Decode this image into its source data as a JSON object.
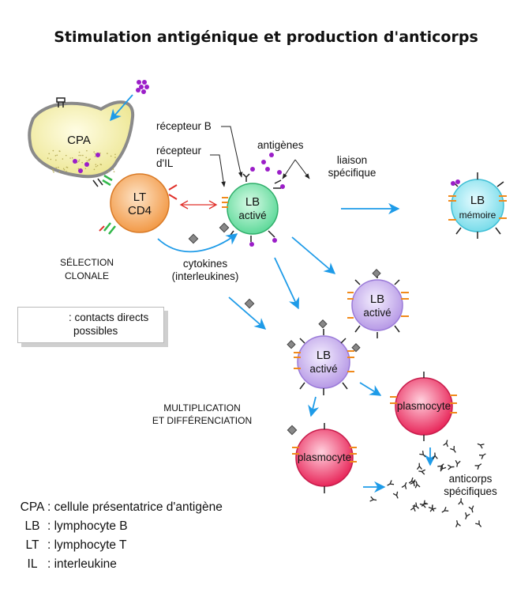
{
  "title": "Stimulation antigénique et production d'anticorps",
  "cells": {
    "cpa": "CPA",
    "lt_line1": "LT",
    "lt_line2": "CD4",
    "lb1_line1": "LB",
    "lb1_line2": "activé",
    "lb2_line1": "LB",
    "lb2_line2": "activé",
    "lb3_line1": "LB",
    "lb3_line2": "activé",
    "memory_line1": "LB",
    "memory_line2": "mémoire",
    "plasmo1": "plasmocyte",
    "plasmo2": "plasmocyte"
  },
  "annotations": {
    "recepteur_b": "récepteur B",
    "recepteur_il_line1": "récepteur",
    "recepteur_il_line2": "d'IL",
    "antigenes": "antigènes",
    "liaison_line1": "liaison",
    "liaison_line2": "spécifique",
    "cytokines_line1": "cytokines",
    "cytokines_line2": "(interleukines)",
    "selection_line1": "SÉLECTION",
    "selection_line2": "CLONALE",
    "multiplication_line1": "MULTIPLICATION",
    "multiplication_line2": "ET DIFFÉRENCIATION",
    "anticorps_line1": "anticorps",
    "anticorps_line2": "spécifiques"
  },
  "legend": {
    "line1": ": contacts directs",
    "line2": "possibles"
  },
  "glossary": [
    {
      "abbr": "CPA",
      "text": ": cellule présentatrice d'antigène"
    },
    {
      "abbr": "LB",
      "text": ": lymphocyte B"
    },
    {
      "abbr": "LT",
      "text": ": lymphocyte T"
    },
    {
      "abbr": "IL",
      "text": ": interleukine"
    }
  ],
  "colors": {
    "arrow_blue": "#1e9be8",
    "contact_red": "#e0302a",
    "receptor_orange": "#f08a1c",
    "antigen_purple": "#9b1ec8",
    "cpa_fill": "#f7f3b8",
    "lt_fill": "#f6b777",
    "lb_active_fill": "#cfb6ef",
    "lb_first_fill": "#86e6b3",
    "memory_fill": "#9fe9f3",
    "plasmocyte_fill": "#f24d78"
  }
}
